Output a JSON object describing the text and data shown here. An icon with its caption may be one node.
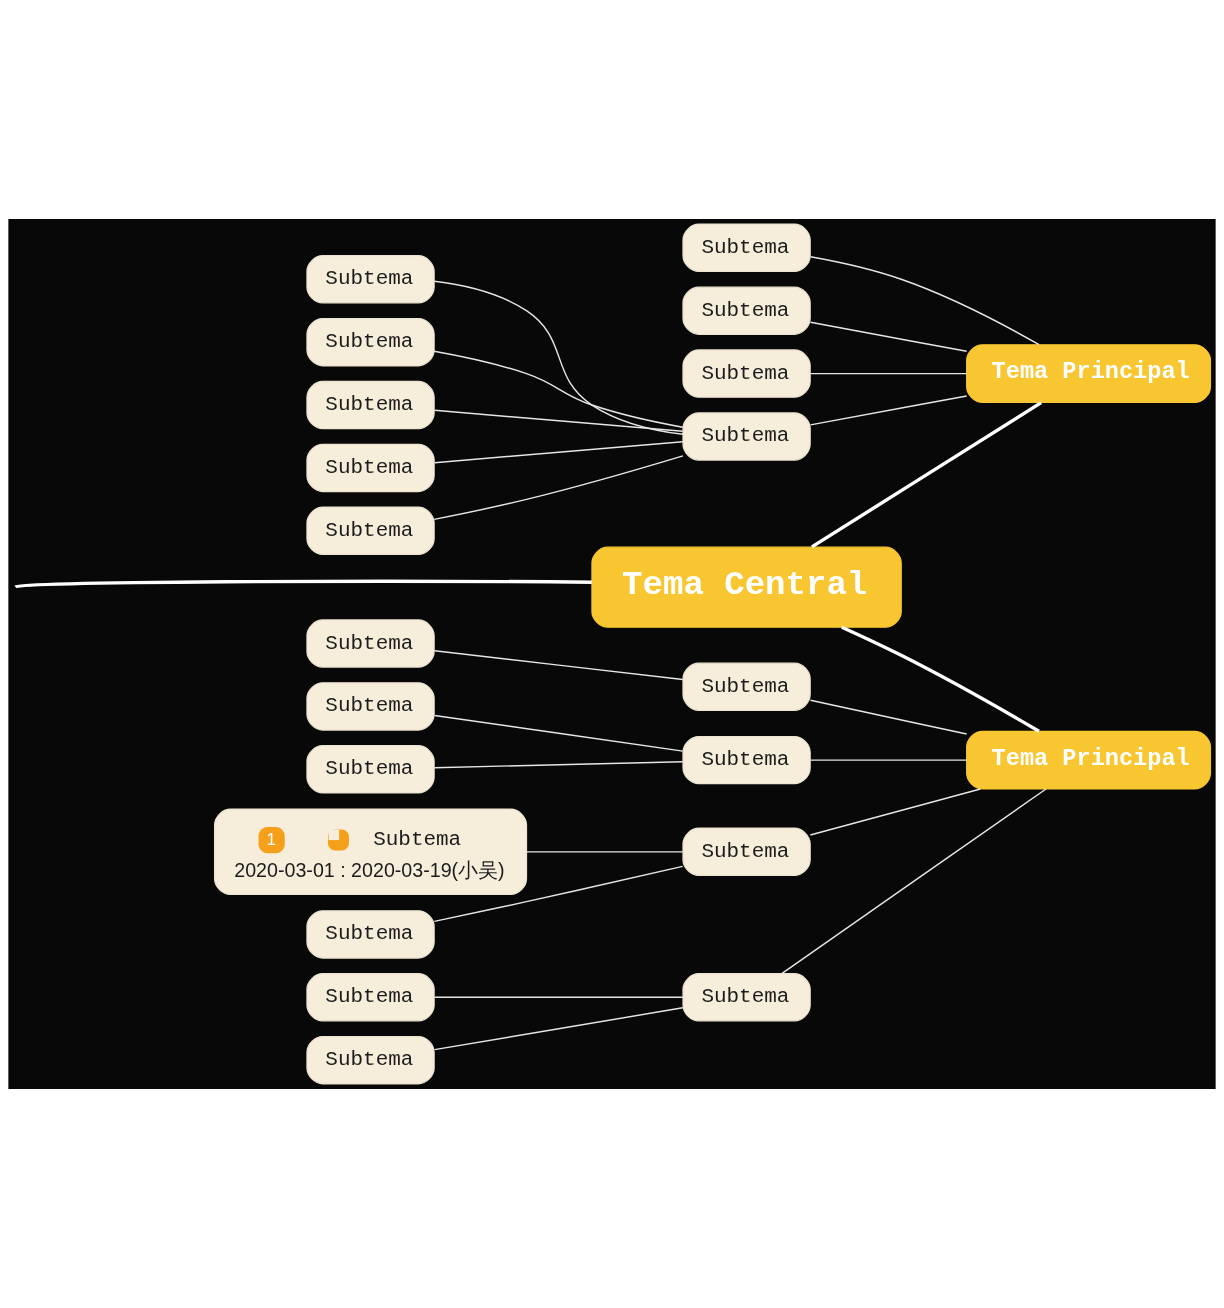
{
  "diagram": {
    "nodes": [
      {
        "text": [
          "Tema Principal"
        ]
      },
      {
        "text": [
          "Subtema"
        ]
      },
      {
        "text": [
          "Subtema"
        ]
      },
      {
        "text": [
          "Subtema"
        ]
      },
      {
        "text": [
          "Subtema"
        ]
      },
      {
        "text": [
          "Subtema"
        ]
      },
      {
        "text": [
          "Subtema"
        ]
      },
      {
        "text": [
          "Subtema"
        ]
      },
      {
        "text": [
          "Subtema"
        ]
      },
      {
        "text": [
          "Subtema"
        ]
      },
      {
        "text": [
          "Tema Central"
        ]
      },
      {
        "text": [
          "Subtema"
        ]
      },
      {
        "text": [
          "Subtema"
        ]
      },
      {
        "text": [
          "Subtema"
        ]
      },
      {
        "text": [
          "Subtema"
        ]
      },
      {
        "text": [
          "Subtema"
        ]
      },
      {
        "text": [
          "1",
          "Subtema",
          "2020-03-01 : 2020-03-19(小吴)"
        ]
      },
      {
        "text": [
          "Subtema"
        ]
      },
      {
        "text": [
          "Subtema"
        ]
      },
      {
        "text": [
          "Subtema"
        ]
      },
      {
        "text": [
          "Subtema"
        ]
      },
      {
        "text": [
          "Subtema"
        ]
      },
      {
        "text": [
          "Tema Principal"
        ]
      }
    ],
    "edges": [
      {
        "from": 0,
        "to": 10,
        "arrow": "none",
        "style": "thick"
      },
      {
        "from": 22,
        "to": 10,
        "arrow": "none",
        "style": "thick"
      },
      {
        "from": null,
        "to": 10,
        "arrow": "none",
        "style": "thick"
      },
      {
        "from": 0,
        "to": 1,
        "arrow": "none"
      },
      {
        "from": 0,
        "to": 2,
        "arrow": "none"
      },
      {
        "from": 0,
        "to": 3,
        "arrow": "none"
      },
      {
        "from": 0,
        "to": 7,
        "arrow": "none"
      },
      {
        "from": 7,
        "to": 4,
        "arrow": "none"
      },
      {
        "from": 7,
        "to": 5,
        "arrow": "none"
      },
      {
        "from": 7,
        "to": 6,
        "arrow": "none"
      },
      {
        "from": 7,
        "to": 8,
        "arrow": "none"
      },
      {
        "from": 7,
        "to": 9,
        "arrow": "none"
      },
      {
        "from": 22,
        "to": 12,
        "arrow": "none"
      },
      {
        "from": 12,
        "to": 11,
        "arrow": "none"
      },
      {
        "from": 22,
        "to": 14,
        "arrow": "none"
      },
      {
        "from": 14,
        "to": 13,
        "arrow": "none"
      },
      {
        "from": 14,
        "to": 15,
        "arrow": "none"
      },
      {
        "from": 22,
        "to": 17,
        "arrow": "none"
      },
      {
        "from": 17,
        "to": 16,
        "arrow": "none"
      },
      {
        "from": 17,
        "to": 18,
        "arrow": "none"
      },
      {
        "from": 22,
        "to": 20,
        "arrow": "none"
      },
      {
        "from": 20,
        "to": 19,
        "arrow": "none"
      },
      {
        "from": 20,
        "to": 21,
        "arrow": "none"
      }
    ]
  }
}
